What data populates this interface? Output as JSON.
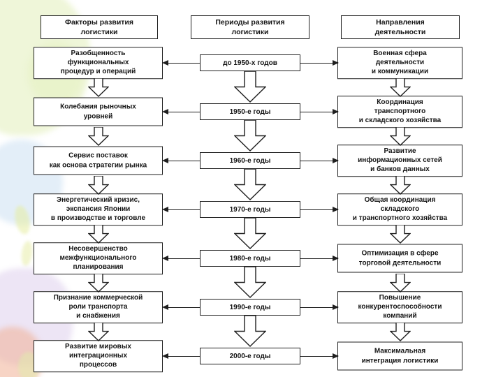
{
  "columns": {
    "factors": {
      "header": "Факторы развития\nлогистики",
      "items": [
        "Разобщенность\nфункциональных\nпроцедур и операций",
        "Колебания рыночных\nуровней",
        "Сервис поставок\nкак основа стратегии рынка",
        "Энергетический кризис,\nэкспансия Японии\nв производстве и торговле",
        "Несовершенство\nмежфункционального\nпланирования",
        "Признание коммерческой\nроли транспорта\nи снабжения",
        "Развитие мировых\nинтеграционных\nпроцессов"
      ]
    },
    "periods": {
      "header": "Периоды развития\nлогистики",
      "items": [
        "до 1950-х годов",
        "1950-е годы",
        "1960-е годы",
        "1970-е годы",
        "1980-е годы",
        "1990-е годы",
        "2000-е годы"
      ]
    },
    "directions": {
      "header": "Направления\nдеятельности",
      "items": [
        "Военная сфера\nдеятельности\nи коммуникации",
        "Координация\nтранспортного\nи складского хозяйства",
        "Развитие\nинформационных сетей\nи банков данных",
        "Общая координация\nскладского\nи транспортного хозяйства",
        "Оптимизация в сфере\nторговой деятельности",
        "Повышение\nконкурентоспособности\nкомпаний",
        "Максимальная\nинтеграция логистики"
      ]
    }
  },
  "palette": {
    "box_border": "#1f1f1f",
    "box_fill": "#ffffff",
    "text": "#141414",
    "background": "#ffffff",
    "deco_green": "#e2efba",
    "deco_yellow": "#eef098",
    "deco_blue": "#cce0f3",
    "deco_purple": "#e1d3ee",
    "deco_pink": "#f0b096"
  }
}
